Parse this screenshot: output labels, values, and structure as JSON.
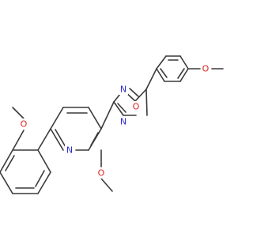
{
  "molecule": {
    "atoms": {
      "O_methoxy_top": "O",
      "N_oxadiazole_4": "N",
      "O_oxadiazole_1": "O",
      "N_oxadiazole_2": "N",
      "O_methoxy_bottom_left": "O",
      "N_pyridine": "N",
      "O_methoxy_pyridine": "O"
    },
    "colors": {
      "bond": "#3a3a3a",
      "nitrogen": "#2b2bd6",
      "oxygen": "#e0241f"
    }
  }
}
